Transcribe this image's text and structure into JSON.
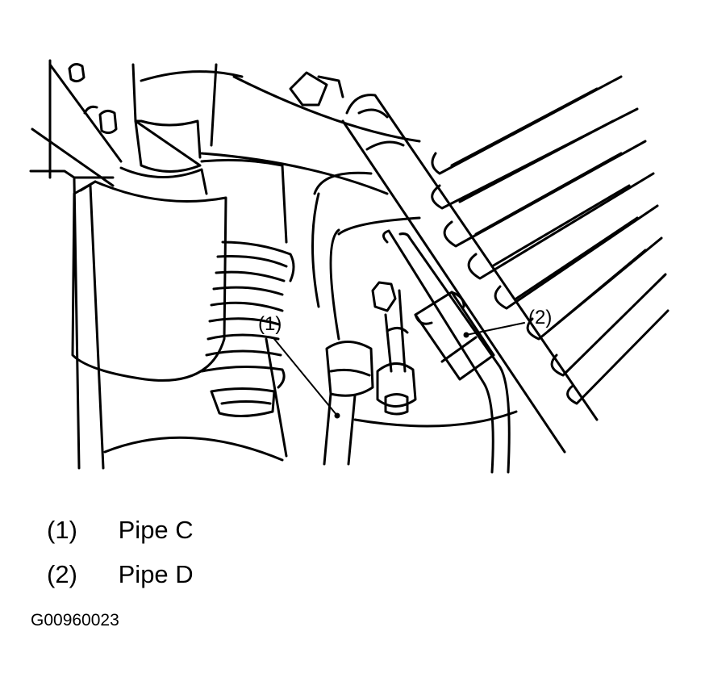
{
  "callouts": [
    {
      "number": "(1)"
    },
    {
      "number": "(2)"
    }
  ],
  "legend": [
    {
      "number": "(1)",
      "label": "Pipe C"
    },
    {
      "number": "(2)",
      "label": "Pipe D"
    }
  ],
  "figure_id": "G00960023"
}
